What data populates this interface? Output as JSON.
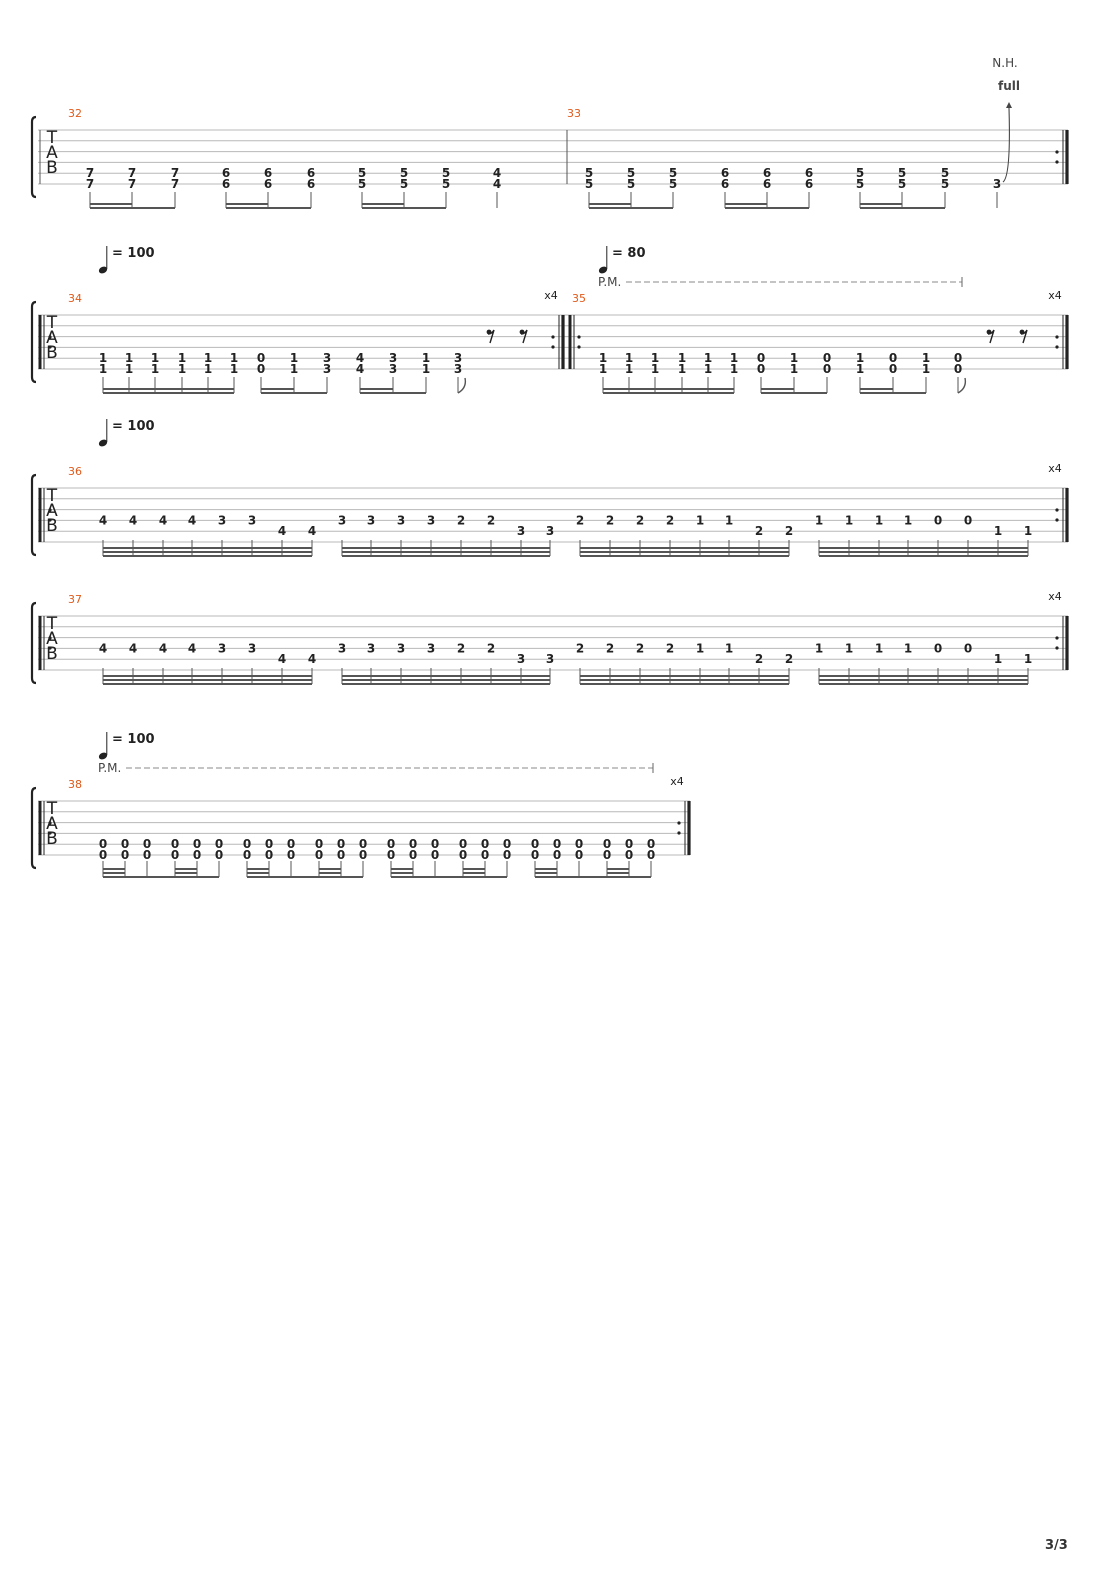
{
  "page": {
    "number_label": "3/3"
  },
  "labels": {
    "tab_clef": [
      "T",
      "A",
      "B"
    ],
    "palm_mute": "P.M.",
    "natural_harmonic": "N.H.",
    "bend": "full"
  },
  "systems": [
    {
      "measures": [
        {
          "number": "32",
          "groups": [
            {
              "type": "s16",
              "beats": [
                [
                  "7",
                  "7"
                ],
                [
                  "7",
                  "7"
                ],
                [
                  "7",
                  "7"
                ]
              ]
            },
            {
              "type": "s16",
              "beats": [
                [
                  "6",
                  "6"
                ],
                [
                  "6",
                  "6"
                ],
                [
                  "6",
                  "6"
                ]
              ]
            },
            {
              "type": "s16",
              "beats": [
                [
                  "5",
                  "5"
                ],
                [
                  "5",
                  "5"
                ],
                [
                  "5",
                  "5"
                ]
              ]
            },
            {
              "type": "q",
              "beats": [
                [
                  "4",
                  "4"
                ]
              ]
            }
          ]
        },
        {
          "number": "33",
          "end_repeat": true,
          "groups": [
            {
              "type": "s16",
              "beats": [
                [
                  "5",
                  "5"
                ],
                [
                  "5",
                  "5"
                ],
                [
                  "5",
                  "5"
                ]
              ]
            },
            {
              "type": "s16",
              "beats": [
                [
                  "6",
                  "6"
                ],
                [
                  "6",
                  "6"
                ],
                [
                  "6",
                  "6"
                ]
              ]
            },
            {
              "type": "s16",
              "beats": [
                [
                  "5",
                  "5"
                ],
                [
                  "5",
                  "5"
                ],
                [
                  "5",
                  "5"
                ]
              ]
            },
            {
              "type": "q",
              "beats": [
                [
                  null,
                  "3"
                ]
              ],
              "natural_harmonic": true,
              "bend": true
            }
          ]
        }
      ]
    },
    {
      "measures": [
        {
          "number": "34",
          "start_repeat": true,
          "end_repeat": true,
          "repeat_count": "x4",
          "tempo": "= 100",
          "groups": [
            {
              "type": "s16",
              "beats": [
                [
                  "1",
                  "1"
                ],
                [
                  "1",
                  "1"
                ],
                [
                  "1",
                  "1"
                ],
                [
                  "1",
                  "1"
                ],
                [
                  "1",
                  "1"
                ],
                [
                  "1",
                  "1"
                ]
              ]
            },
            {
              "type": "s16",
              "beats": [
                [
                  "0",
                  "0"
                ],
                [
                  "1",
                  "1"
                ],
                [
                  "3",
                  "3"
                ]
              ]
            },
            {
              "type": "s16",
              "beats": [
                [
                  "4",
                  "4"
                ],
                [
                  "3",
                  "3"
                ],
                [
                  "1",
                  "1"
                ]
              ]
            },
            {
              "type": "e",
              "beats": [
                [
                  "3",
                  "3"
                ]
              ]
            },
            {
              "type": "rests",
              "count": 2
            }
          ]
        },
        {
          "number": "35",
          "start_repeat": true,
          "end_repeat": true,
          "repeat_count": "x4",
          "tempo": "= 80",
          "palm_mute": true,
          "groups": [
            {
              "type": "s16",
              "beats": [
                [
                  "1",
                  "1"
                ],
                [
                  "1",
                  "1"
                ],
                [
                  "1",
                  "1"
                ],
                [
                  "1",
                  "1"
                ],
                [
                  "1",
                  "1"
                ],
                [
                  "1",
                  "1"
                ]
              ]
            },
            {
              "type": "s16",
              "beats": [
                [
                  "0",
                  "0"
                ],
                [
                  "1",
                  "1"
                ],
                [
                  "0",
                  "0"
                ]
              ]
            },
            {
              "type": "s16",
              "beats": [
                [
                  "1",
                  "1"
                ],
                [
                  "0",
                  "0"
                ],
                [
                  "1",
                  "1"
                ]
              ]
            },
            {
              "type": "e",
              "beats": [
                [
                  "0",
                  "0"
                ]
              ]
            },
            {
              "type": "rests",
              "count": 2
            }
          ]
        }
      ]
    },
    {
      "measures": [
        {
          "number": "36",
          "start_repeat": true,
          "end_repeat": true,
          "repeat_count": "x4",
          "tempo": "= 100",
          "groups": [
            {
              "type": "s32",
              "beats": [
                [
                  "4",
                  null
                ],
                [
                  "4",
                  null
                ],
                [
                  "4",
                  null
                ],
                [
                  "4",
                  null
                ],
                [
                  "3",
                  null
                ],
                [
                  "3",
                  null
                ],
                [
                  null,
                  "4"
                ],
                [
                  null,
                  "4"
                ]
              ]
            },
            {
              "type": "s32",
              "beats": [
                [
                  "3",
                  null
                ],
                [
                  "3",
                  null
                ],
                [
                  "3",
                  null
                ],
                [
                  "3",
                  null
                ],
                [
                  "2",
                  null
                ],
                [
                  "2",
                  null
                ],
                [
                  null,
                  "3"
                ],
                [
                  null,
                  "3"
                ]
              ]
            },
            {
              "type": "s32",
              "beats": [
                [
                  "2",
                  null
                ],
                [
                  "2",
                  null
                ],
                [
                  "2",
                  null
                ],
                [
                  "2",
                  null
                ],
                [
                  "1",
                  null
                ],
                [
                  "1",
                  null
                ],
                [
                  null,
                  "2"
                ],
                [
                  null,
                  "2"
                ]
              ]
            },
            {
              "type": "s32",
              "beats": [
                [
                  "1",
                  null
                ],
                [
                  "1",
                  null
                ],
                [
                  "1",
                  null
                ],
                [
                  "1",
                  null
                ],
                [
                  "0",
                  null
                ],
                [
                  "0",
                  null
                ],
                [
                  null,
                  "1"
                ],
                [
                  null,
                  "1"
                ]
              ]
            }
          ]
        }
      ]
    },
    {
      "measures": [
        {
          "number": "37",
          "start_repeat": true,
          "end_repeat": true,
          "repeat_count": "x4",
          "groups": [
            {
              "type": "s32",
              "beats": [
                [
                  "4",
                  null
                ],
                [
                  "4",
                  null
                ],
                [
                  "4",
                  null
                ],
                [
                  "4",
                  null
                ],
                [
                  "3",
                  null
                ],
                [
                  "3",
                  null
                ],
                [
                  null,
                  "4"
                ],
                [
                  null,
                  "4"
                ]
              ]
            },
            {
              "type": "s32",
              "beats": [
                [
                  "3",
                  null
                ],
                [
                  "3",
                  null
                ],
                [
                  "3",
                  null
                ],
                [
                  "3",
                  null
                ],
                [
                  "2",
                  null
                ],
                [
                  "2",
                  null
                ],
                [
                  null,
                  "3"
                ],
                [
                  null,
                  "3"
                ]
              ]
            },
            {
              "type": "s32",
              "beats": [
                [
                  "2",
                  null
                ],
                [
                  "2",
                  null
                ],
                [
                  "2",
                  null
                ],
                [
                  "2",
                  null
                ],
                [
                  "1",
                  null
                ],
                [
                  "1",
                  null
                ],
                [
                  null,
                  "2"
                ],
                [
                  null,
                  "2"
                ]
              ]
            },
            {
              "type": "s32",
              "beats": [
                [
                  "1",
                  null
                ],
                [
                  "1",
                  null
                ],
                [
                  "1",
                  null
                ],
                [
                  "1",
                  null
                ],
                [
                  "0",
                  null
                ],
                [
                  "0",
                  null
                ],
                [
                  null,
                  "1"
                ],
                [
                  null,
                  "1"
                ]
              ]
            }
          ]
        }
      ]
    },
    {
      "measures": [
        {
          "number": "38",
          "start_repeat": true,
          "end_repeat": true,
          "repeat_count": "x4",
          "tempo": "= 100",
          "palm_mute": true,
          "groups": [
            {
              "type": "mixed",
              "beats": [
                [
                  "0",
                  "0"
                ],
                [
                  "0",
                  "0"
                ],
                [
                  "0",
                  "0"
                ],
                [
                  "0",
                  "0"
                ],
                [
                  "0",
                  "0"
                ],
                [
                  "0",
                  "0"
                ]
              ]
            },
            {
              "type": "mixed",
              "beats": [
                [
                  "0",
                  "0"
                ],
                [
                  "0",
                  "0"
                ],
                [
                  "0",
                  "0"
                ],
                [
                  "0",
                  "0"
                ],
                [
                  "0",
                  "0"
                ],
                [
                  "0",
                  "0"
                ]
              ]
            },
            {
              "type": "mixed",
              "beats": [
                [
                  "0",
                  "0"
                ],
                [
                  "0",
                  "0"
                ],
                [
                  "0",
                  "0"
                ],
                [
                  "0",
                  "0"
                ],
                [
                  "0",
                  "0"
                ],
                [
                  "0",
                  "0"
                ]
              ]
            },
            {
              "type": "mixed",
              "beats": [
                [
                  "0",
                  "0"
                ],
                [
                  "0",
                  "0"
                ],
                [
                  "0",
                  "0"
                ],
                [
                  "0",
                  "0"
                ],
                [
                  "0",
                  "0"
                ],
                [
                  "0",
                  "0"
                ]
              ]
            }
          ]
        }
      ]
    }
  ]
}
